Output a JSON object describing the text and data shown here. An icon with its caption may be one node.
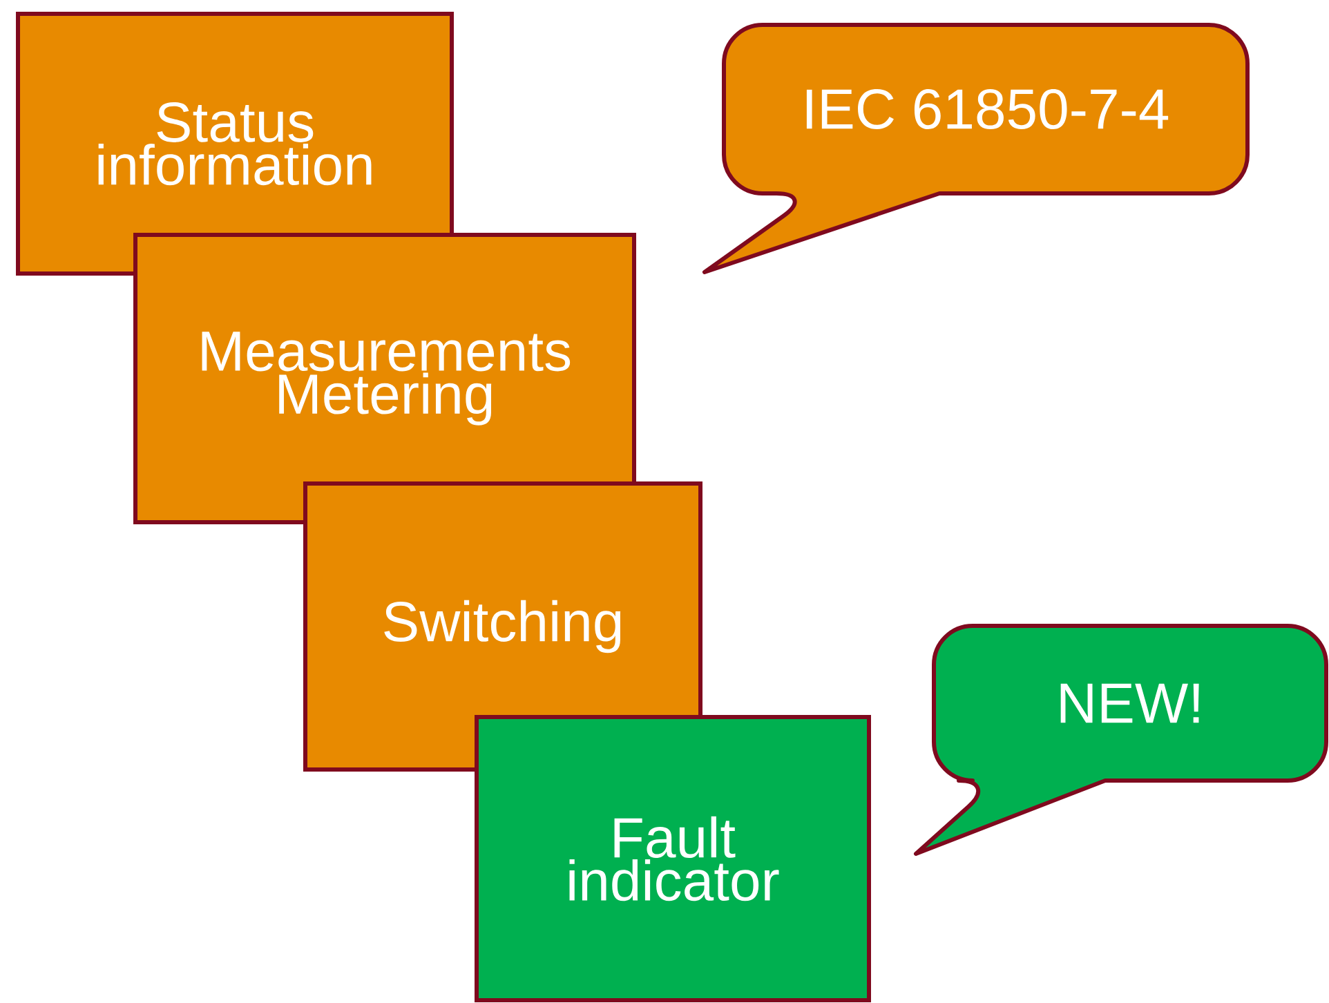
{
  "diagram": {
    "nodes": [
      {
        "text": [
          "Status information"
        ]
      },
      {
        "text": [
          "Measurements Metering"
        ]
      },
      {
        "text": [
          "Switching"
        ]
      },
      {
        "text": [
          "Fault indicator"
        ]
      },
      {
        "text": [
          "IEC 61850-7-4"
        ]
      },
      {
        "text": [
          "NEW!"
        ]
      }
    ]
  }
}
